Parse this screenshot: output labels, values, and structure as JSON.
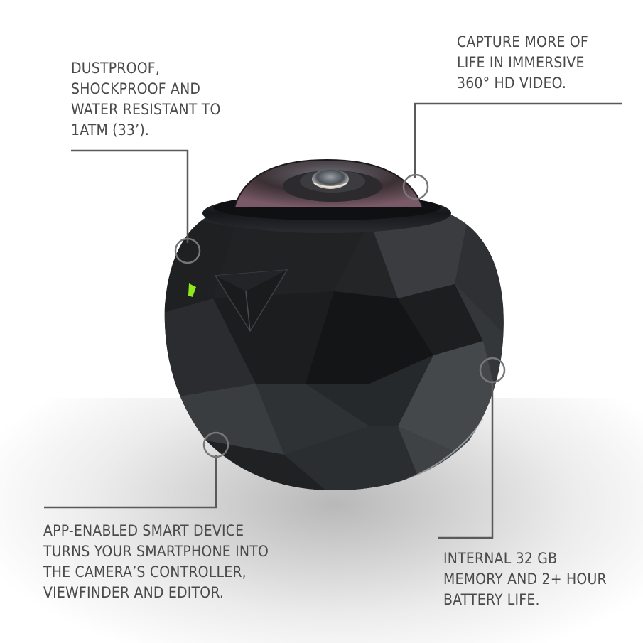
{
  "callouts": {
    "top_left": {
      "lines": [
        "DUSTPROOF,",
        "SHOCKPROOF AND",
        "WATER RESISTANT TO",
        "1ATM (33’)."
      ]
    },
    "top_right": {
      "lines": [
        "CAPTURE MORE OF",
        "LIFE IN IMMERSIVE",
        "360° HD VIDEO."
      ]
    },
    "bottom_left": {
      "lines": [
        "APP-ENABLED SMART DEVICE",
        "TURNS YOUR SMARTPHONE INTO",
        "THE CAMERA’S CONTROLLER,",
        "VIEWFINDER AND EDITOR."
      ]
    },
    "bottom_right": {
      "lines": [
        "INTERNAL 32 GB",
        "MEMORY AND 2+ HOUR",
        "BATTERY LIFE."
      ]
    }
  },
  "colors": {
    "text": "#4a4a4a",
    "leader_line": "#5a5a5a",
    "marker_ring": "#777777",
    "camera_body": "#2a2c2e",
    "status_led": "#8fe81a"
  },
  "product": {
    "subject": "360-degree spherical action camera",
    "status_led_icon": "green-led-indicator",
    "button_icon": "triangle-button"
  }
}
